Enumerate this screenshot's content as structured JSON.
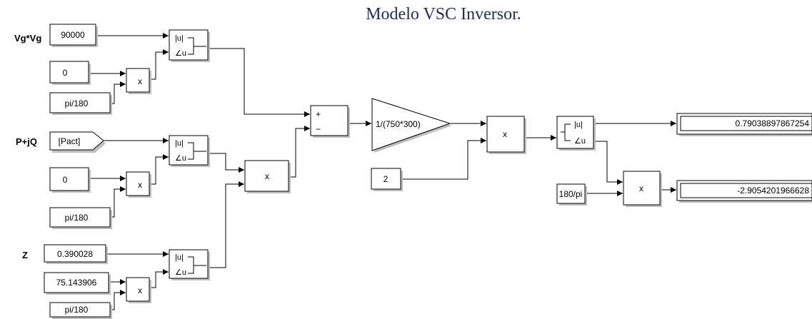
{
  "title": "Modelo VSC Inversor.",
  "colors": {
    "title": "#1c2f66",
    "line": "#000000",
    "block": "#ffffff",
    "shadow": "#bfbfbf"
  },
  "labels": {
    "vg": "Vg*Vg",
    "pjq": "P+jQ",
    "z": "Z"
  },
  "blocks": {
    "vg_const": "90000",
    "vg_angle_const": "0",
    "vg_deg": "pi/180",
    "pact_tag": "[Pact]",
    "pjq_angle_const": "0",
    "pjq_deg": "pi/180",
    "z_mag_const": "0.390028",
    "z_angle_const": "75.143906",
    "z_deg": "pi/180",
    "polar_mag": "|u|",
    "polar_ang": "∠u",
    "product": "x",
    "sum_plus": "+",
    "sum_minus": "−",
    "gain": "1/(750*300)",
    "two_const": "2",
    "rad2deg": "180/pi",
    "display_mag": "0.79038897867254",
    "display_angle": "-2.9054201966628"
  }
}
